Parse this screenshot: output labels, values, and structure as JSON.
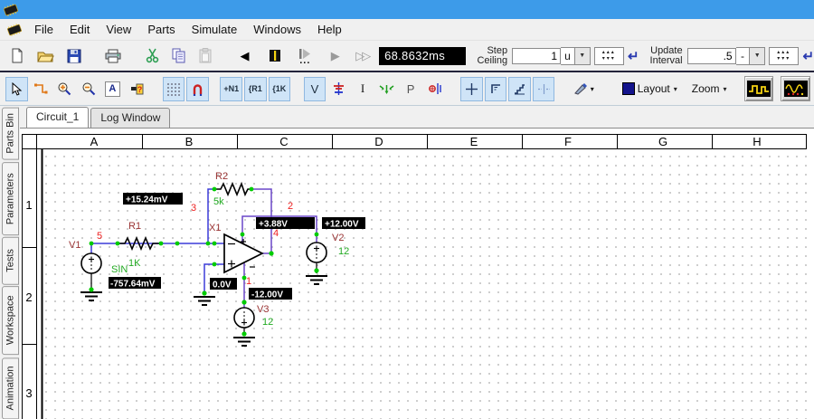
{
  "menu": {
    "items": [
      "File",
      "Edit",
      "View",
      "Parts",
      "Simulate",
      "Windows",
      "Help"
    ]
  },
  "toolbar": {
    "time_display": "68.8632ms",
    "step_ceiling": {
      "label": "Step\nCeiling",
      "value": "1",
      "unit": "u"
    },
    "update_interval": {
      "label": "Update\nInterval",
      "value": ".5",
      "unit": "-"
    },
    "text_tool": "A",
    "node_nums_label": "+N1",
    "ref_label": "{R1",
    "value_label": "{1K",
    "volt_label": "V",
    "current_label": "I",
    "power_label": "P",
    "layout_label": "Layout",
    "zoom_label": "Zoom"
  },
  "icons": {
    "back": "◀",
    "play": "▶",
    "ffwd": "▷▷",
    "ellipsis": "...",
    "dropdown": "▼",
    "menu_down": "▾",
    "enter": "↵",
    "spin_up": "▴▴▴",
    "spin_down": "▾▾▾"
  },
  "sidebar": {
    "tabs": [
      {
        "label": "Parts Bin"
      },
      {
        "label": "Parameters"
      },
      {
        "label": "Tests"
      },
      {
        "label": "Workspace"
      },
      {
        "label": "Animation"
      }
    ]
  },
  "doc_tabs": [
    {
      "label": "Circuit_1"
    },
    {
      "label": "Log Window"
    }
  ],
  "ruler": {
    "columns": [
      "A",
      "B",
      "C",
      "D",
      "E",
      "F",
      "G",
      "H"
    ],
    "rows": [
      "1",
      "2",
      "3"
    ]
  },
  "circuit": {
    "v1": {
      "name": "V1",
      "value": "SIN",
      "node": "5",
      "reading": "-757.64mV"
    },
    "r1": {
      "name": "R1",
      "value": "1K"
    },
    "r2": {
      "name": "R2",
      "value": "5k"
    },
    "opamp": {
      "name": "X1"
    },
    "node3": {
      "node": "3",
      "reading": "+15.24mV"
    },
    "output": {
      "node": "4",
      "reading": "+3.88V"
    },
    "node2": {
      "node": "2",
      "reading": "+12.00V"
    },
    "node1": {
      "node": "1",
      "reading": "-12.00V"
    },
    "noninv": {
      "reading": "0.0V"
    },
    "v2": {
      "name": "V2",
      "value": "12"
    },
    "v3": {
      "name": "V3",
      "value": "12"
    }
  },
  "colors": {
    "titlebar": "#3d9be9",
    "wire": "#3c3cd8",
    "wire_alt": "#6a46c8",
    "node_dot": "#00cc00",
    "name": "#993333",
    "node_num": "#ee2222",
    "value": "#22aa22"
  }
}
